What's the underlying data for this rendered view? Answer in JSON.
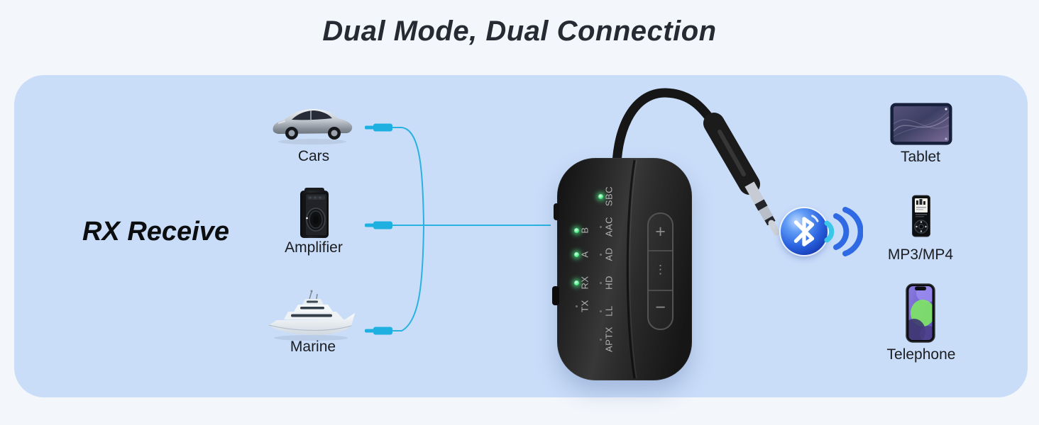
{
  "title": "Dual Mode, Dual Connection",
  "left_heading": "RX Receive",
  "sources": [
    {
      "label": "Cars",
      "icon": "car-image"
    },
    {
      "label": "Amplifier",
      "icon": "amplifier-image"
    },
    {
      "label": "Marine",
      "icon": "yacht-image"
    }
  ],
  "receivers": [
    {
      "label": "Tablet",
      "icon": "tablet-image"
    },
    {
      "label": "MP3/MP4",
      "icon": "mp3-player-image"
    },
    {
      "label": "Telephone",
      "icon": "smartphone-image"
    }
  ],
  "device": {
    "codec_indicators": [
      {
        "label": "SBC",
        "led": "on"
      },
      {
        "label": "AAC",
        "led": "off"
      },
      {
        "label": "AD",
        "led": "off"
      },
      {
        "label": "HD",
        "led": "off"
      },
      {
        "label": "LL",
        "led": "off"
      },
      {
        "label": "APTX",
        "led": "off"
      }
    ],
    "mode_indicators": [
      {
        "label": "B",
        "led": "on"
      },
      {
        "label": "A",
        "led": "on"
      },
      {
        "label": "RX",
        "led": "on"
      },
      {
        "label": "TX",
        "led": "off"
      }
    ],
    "buttons": {
      "volume_up": "+",
      "multifunction": "⋮",
      "volume_down": "−"
    }
  },
  "icons": {
    "bluetooth": "bluetooth-icon",
    "signal_waves": "signal-waves-icon",
    "arrowheads": "aux-plug-arrow-icon"
  },
  "colors": {
    "background": "#f3f6fb",
    "panel": "#c9ddf9",
    "arrow_cyan": "#29b2e0",
    "led_green": "#46ec84",
    "bluetooth_blue": "#2f6ae4",
    "title_text": "#262b33"
  }
}
